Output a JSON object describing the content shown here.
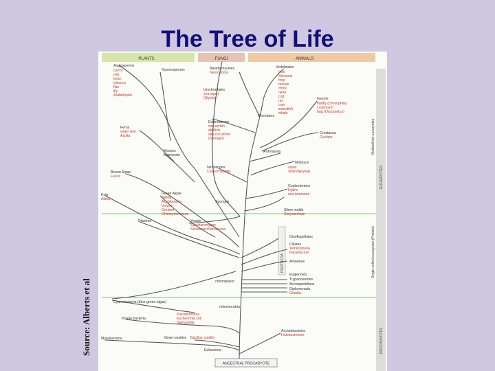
{
  "slide": {
    "title": "The Tree of Life",
    "source": "Source: Alberts et al"
  },
  "tree": {
    "headers": {
      "plants": "PLANTS",
      "fungi": "FUNGI",
      "animals": "ANIMALS"
    },
    "side_labels": {
      "multicellular": "Multicellular eucaryotes",
      "eucaryotes": "EUCARYOTES",
      "single_celled": "Single-celled eucaryotes (Protists)",
      "procaryotes": "PROCARYOTES",
      "protozoa": "PROTOZOA"
    },
    "groups": {
      "angiosperms": {
        "name": "Angiosperms",
        "members": [
          "carrot",
          "oak",
          "bean",
          "tobacco",
          "flax",
          "lily",
          "Arabidopsis"
        ]
      },
      "gymnosperms": {
        "name": "Gymnosperms"
      },
      "ferns": {
        "name": "Ferns",
        "members": [
          "water fern",
          "Azolla"
        ]
      },
      "mosses": {
        "name": "Mosses",
        "members": [
          "Liverworts"
        ]
      },
      "brown_algae": {
        "name": "Brown Algae",
        "members": [
          "Fucus"
        ]
      },
      "kelp": {
        "name": "Kelp",
        "members": [
          "Alaria"
        ]
      },
      "green_algae": {
        "name": "Green Algae",
        "members": [
          "Nitella",
          "Acetabularia",
          "Volvox",
          "Gonium",
          "Chlamydomonas"
        ]
      },
      "diatoms": {
        "name": "Diatoms"
      },
      "yeasts": {
        "name": "Yeasts",
        "members": [
          "Saccharomyces",
          "Schizosaccharomyces"
        ]
      },
      "basidiomycetes": {
        "name": "Basidiomycetes",
        "members": [
          "Neurospora"
        ]
      },
      "vertebrates": {
        "name": "Vertebrates",
        "members": [
          "man",
          "Xenopus",
          "frog",
          "mouse",
          "chick",
          "newt",
          "cod",
          "rat",
          "cow",
          "zebrafish",
          "whale"
        ]
      },
      "urochordates": {
        "name": "Urochordates",
        "members": [
          "sea squirt",
          "(Styela)"
        ]
      },
      "insects": {
        "name": "Insects",
        "members": [
          "fruitfly (Drosophila)",
          "cockroach",
          "bug (Oncopeltus)"
        ]
      },
      "chordates": {
        "name": "Chordates"
      },
      "echinoderms": {
        "name": "Echinoderms",
        "members": [
          "sea urchin",
          "starfish",
          "sea cucumber",
          "(Strongyl)"
        ]
      },
      "crustacea": {
        "name": "Crustacea",
        "members": [
          "Cyclops"
        ]
      },
      "arthropods": {
        "name": "Arthropods"
      },
      "nematodes": {
        "name": "Nematodes",
        "members": [
          "Caenorhabditis"
        ]
      },
      "molluscs": {
        "name": "Molluscs",
        "members": [
          "squid",
          "snail (Aplysia)"
        ]
      },
      "coelenterates": {
        "name": "Coelenterates",
        "members": [
          "Hydra",
          "sea anemone"
        ]
      },
      "sponges": {
        "name": "Sponges"
      },
      "slime_molds": {
        "name": "Slime molds",
        "members": [
          "Dictyostelium"
        ]
      },
      "dinoflagellates": {
        "name": "Dinoflagellates"
      },
      "ciliates": {
        "name": "Ciliates",
        "members": [
          "Tetrahymena",
          "Paramecium"
        ]
      },
      "amoebae": {
        "name": "Amoebae"
      },
      "euglenoids": {
        "name": "Euglenoids"
      },
      "trypanosomes": {
        "name": "Trypanosomes"
      },
      "microsporidia": {
        "name": "Microsporidians"
      },
      "diplomonads": {
        "name": "Diplomonads",
        "members": [
          "Giardia"
        ]
      },
      "chloroplasts": {
        "name": "chloroplasts"
      },
      "mitochondria": {
        "name": "mitochondria"
      },
      "cyanobacteria": {
        "name": "Cyanobacteria (blue-green algae)"
      },
      "purple_bacteria": {
        "name": "Purple bacteria"
      },
      "purple_members": [
        "Pseudomonas",
        "Escherichia coli",
        "Salmonella"
      ],
      "myxobacteria": {
        "name": "Myxobacteria"
      },
      "gram_positive": {
        "name": "Gram-positive",
        "member": "Bacillus subtilis"
      },
      "eubacteria": {
        "name": "Eubacteria"
      },
      "archaebacteria": {
        "name": "Archaebacteria",
        "members": [
          "Halobacterium"
        ]
      },
      "ancestral": {
        "name": "ANCESTRAL PROCARYOTE"
      }
    }
  }
}
